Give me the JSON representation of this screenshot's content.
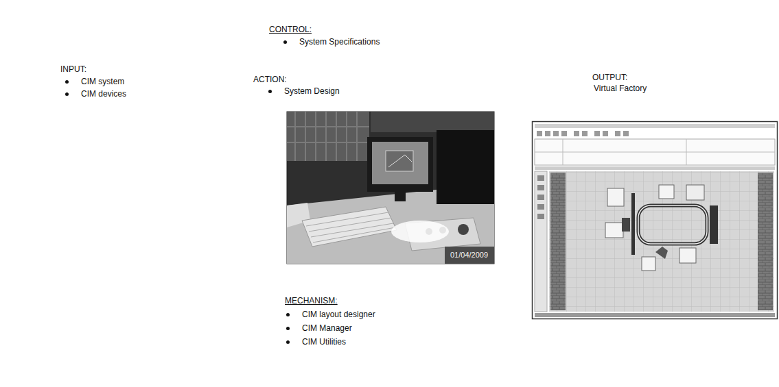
{
  "diagram": {
    "nodes": [
      {
        "text": [
          "INPUT:",
          "CIM system",
          "CIM devices"
        ]
      },
      {
        "text": [
          "CONTROL:",
          "System Specifications"
        ]
      },
      {
        "text": [
          "ACTION:",
          "System Design"
        ]
      },
      {
        "text": [
          "OUTPUT:",
          "Virtual Factory"
        ]
      },
      {
        "text": [
          "MECHANISM:",
          "CIM layout designer",
          "CIM Manager",
          "CIM Utilities"
        ]
      }
    ],
    "labels": [
      "01/04/2009"
    ]
  }
}
